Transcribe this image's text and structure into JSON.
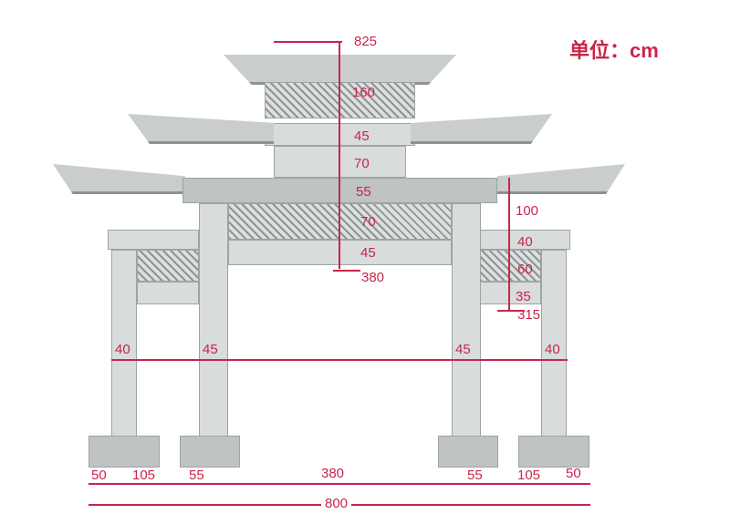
{
  "unit_label": "单位：cm",
  "center_heights": {
    "total": "825",
    "top_roof": "160",
    "a": "45",
    "b": "70",
    "c": "55",
    "d": "70",
    "e": "45",
    "opening": "380"
  },
  "side_heights": {
    "roof": "100",
    "a": "40",
    "b": "60",
    "c": "35",
    "opening": "315"
  },
  "pillar_widths": {
    "left_outer": "40",
    "left_inner": "45",
    "right_inner": "45",
    "right_outer": "40"
  },
  "base_widths": [
    "50",
    "105",
    "55",
    "380",
    "55",
    "105",
    "50"
  ],
  "total_width": "800",
  "colors": {
    "dimension": "#c8264a",
    "stone": "#d9dcdc"
  }
}
